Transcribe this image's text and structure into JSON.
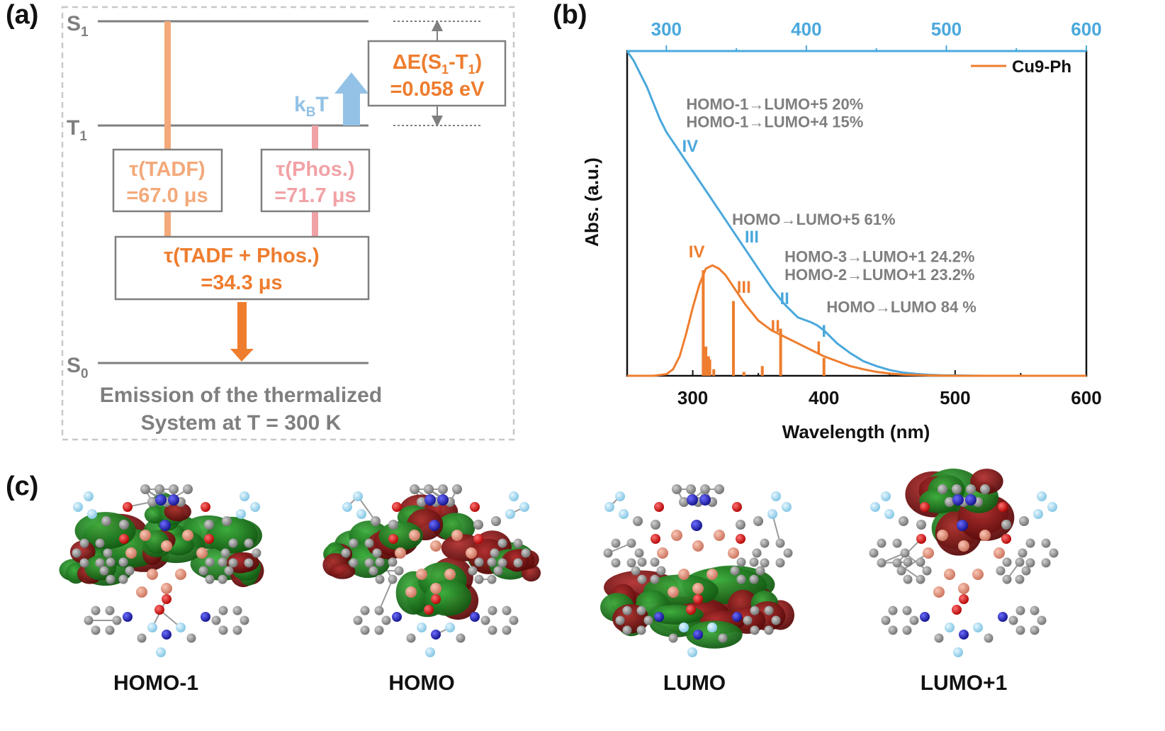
{
  "panels": {
    "a": {
      "label": "(a)"
    },
    "b": {
      "label": "(b)"
    },
    "c": {
      "label": "(c)"
    }
  },
  "colors": {
    "orange": "#ee7d2e",
    "light_orange": "#f3a97a",
    "pink": "#f1a2a6",
    "blue": "#4aa8dc",
    "light_blue": "#93c2e6",
    "grey_text": "#7f7f7f",
    "level_line": "#7f7f7f",
    "orbital_dark_red": "#7a1212",
    "orbital_green": "#1d7a1d",
    "atom_grey": "#8a8a8a",
    "atom_copper": "#e9957a",
    "atom_red": "#e01010",
    "atom_blue": "#1a1ab8",
    "atom_cyan": "#9fd8f0"
  },
  "diagram": {
    "levels": {
      "s1": {
        "main": "S",
        "sub": "1"
      },
      "t1": {
        "main": "T",
        "sub": "1"
      },
      "s0": {
        "main": "S",
        "sub": "0"
      }
    },
    "kbt": {
      "main": "k",
      "sub": "B",
      "tail": "T"
    },
    "delta_e": {
      "prefix": "ΔE(S",
      "sub1": "1",
      "mid": "-T",
      "sub2": "1",
      "suffix": ")",
      "value": "=0.058 eV"
    },
    "tau_tadf": {
      "line1": "τ(TADF)",
      "line2": "=67.0 μs"
    },
    "tau_phos": {
      "line1": "τ(Phos.)",
      "line2": "=71.7 μs"
    },
    "tau_total": {
      "line1": "τ(TADF + Phos.)",
      "line2": "=34.3 μs"
    },
    "caption": {
      "line1": "Emission of the thermalized",
      "line2": "System at T = 300 K"
    }
  },
  "chart_data": {
    "type": "line",
    "xlabel": "Wavelength (nm)",
    "ylabel": "Abs. (a.u.)",
    "xlim": [
      250,
      600
    ],
    "ylim": [
      0,
      1
    ],
    "x_ticks": [
      300,
      400,
      500,
      600
    ],
    "top_axis": {
      "xlim": [
        272,
        600
      ],
      "ticks": [
        300,
        400,
        500,
        600
      ],
      "color": "blue"
    },
    "grid": false,
    "legend": {
      "position": "top-right",
      "entries": [
        {
          "text": "Cu9-Ph",
          "color": "orange"
        }
      ]
    },
    "series": [
      {
        "name": "",
        "color": "blue",
        "x": [
          250,
          255,
          260,
          265,
          270,
          275,
          280,
          285,
          290,
          295,
          300,
          310,
          320,
          330,
          340,
          350,
          360,
          370,
          380,
          390,
          395,
          400,
          410,
          420,
          430,
          440,
          450,
          460,
          470,
          480,
          490,
          500,
          520,
          550,
          600
        ],
        "y": [
          1.0,
          0.97,
          0.93,
          0.89,
          0.84,
          0.79,
          0.75,
          0.72,
          0.69,
          0.66,
          0.63,
          0.57,
          0.51,
          0.45,
          0.39,
          0.33,
          0.27,
          0.22,
          0.18,
          0.165,
          0.155,
          0.14,
          0.1,
          0.07,
          0.045,
          0.03,
          0.018,
          0.01,
          0.006,
          0.003,
          0.0015,
          0.001,
          0.0,
          0.0,
          0.0
        ]
      },
      {
        "name": "Cu9-Ph",
        "color": "orange",
        "x": [
          250,
          270,
          280,
          285,
          290,
          295,
          300,
          305,
          310,
          315,
          320,
          325,
          330,
          340,
          350,
          360,
          370,
          380,
          390,
          400,
          410,
          420,
          430,
          440,
          450,
          460,
          480,
          500,
          550,
          600
        ],
        "y": [
          0.0,
          0.0,
          0.005,
          0.02,
          0.06,
          0.13,
          0.21,
          0.28,
          0.33,
          0.34,
          0.33,
          0.31,
          0.28,
          0.22,
          0.17,
          0.14,
          0.12,
          0.1,
          0.08,
          0.06,
          0.045,
          0.03,
          0.02,
          0.012,
          0.007,
          0.004,
          0.001,
          0.0,
          0.0,
          0.0
        ]
      }
    ],
    "transition_bars": [
      {
        "x": 308,
        "y": 0.325
      },
      {
        "x": 310,
        "y": 0.09
      },
      {
        "x": 312,
        "y": 0.06
      },
      {
        "x": 313,
        "y": 0.05
      },
      {
        "x": 316,
        "y": 0.02
      },
      {
        "x": 331,
        "y": 0.23
      },
      {
        "x": 339,
        "y": 0.012
      },
      {
        "x": 353,
        "y": 0.03
      },
      {
        "x": 367,
        "y": 0.145
      },
      {
        "x": 400,
        "y": 0.055
      }
    ],
    "band_labels": [
      {
        "text": "IV",
        "x": 298,
        "y": 0.69,
        "color": "blue"
      },
      {
        "text": "III",
        "x": 345,
        "y": 0.41,
        "color": "blue"
      },
      {
        "text": "II",
        "x": 370,
        "y": 0.22,
        "color": "blue"
      },
      {
        "text": "I",
        "x": 400,
        "y": 0.12,
        "color": "blue"
      },
      {
        "text": "IV",
        "x": 303,
        "y": 0.365,
        "color": "orange"
      },
      {
        "text": "III",
        "x": 339,
        "y": 0.255,
        "color": "orange"
      },
      {
        "text": "II",
        "x": 363,
        "y": 0.135,
        "color": "orange"
      },
      {
        "text": "I",
        "x": 396,
        "y": 0.07,
        "color": "orange"
      }
    ],
    "annotations": [
      {
        "text": "HOMO-1→LUMO+5  20%",
        "x": 295,
        "y": 0.82
      },
      {
        "text": "HOMO-1→LUMO+4  15%",
        "x": 295,
        "y": 0.765
      },
      {
        "text": "HOMO→LUMO+5  61%",
        "x": 330,
        "y": 0.465
      },
      {
        "text": "HOMO-3→LUMO+1  24.2%",
        "x": 370,
        "y": 0.35
      },
      {
        "text": "HOMO-2→LUMO+1  23.2%",
        "x": 370,
        "y": 0.295
      },
      {
        "text": "HOMO→LUMO  84 %",
        "x": 402,
        "y": 0.195
      }
    ]
  },
  "orbitals": [
    {
      "label": "HOMO-1"
    },
    {
      "label": "HOMO"
    },
    {
      "label": "LUMO"
    },
    {
      "label": "LUMO+1"
    }
  ]
}
